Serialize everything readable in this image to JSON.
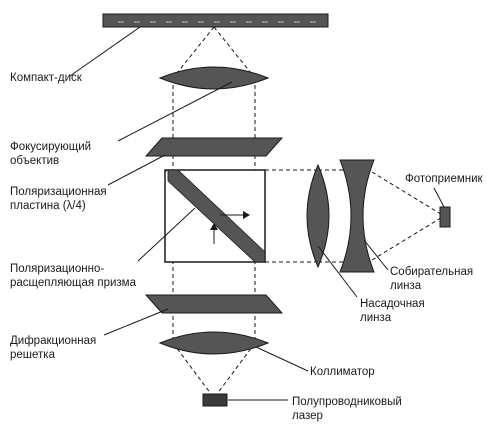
{
  "labels": {
    "compact_disc": [
      "Компакт-диск"
    ],
    "focusing_lens": [
      "Фокусирующий",
      "объектив"
    ],
    "polarization_plate": [
      "Поляризационная",
      "пластина (λ/4)"
    ],
    "polarizing_prism": [
      "Поляризационно-",
      "расщепляющая призма"
    ],
    "diffraction_grating": [
      "Дифракционная",
      "решетка"
    ],
    "collimator": [
      "Коллиматор"
    ],
    "laser": [
      "Полупроводниковый",
      "лазер"
    ],
    "photodetector": [
      "Фотоприемник"
    ],
    "collecting_lens": [
      "Собирательная",
      "линза"
    ],
    "attachment_lens": [
      "Насадочная",
      "линза"
    ]
  },
  "colors": {
    "component_fill": "#555555",
    "component_stroke": "#1a1a1a",
    "beam": "#1a1a1a",
    "text": "#1a1a1a"
  }
}
